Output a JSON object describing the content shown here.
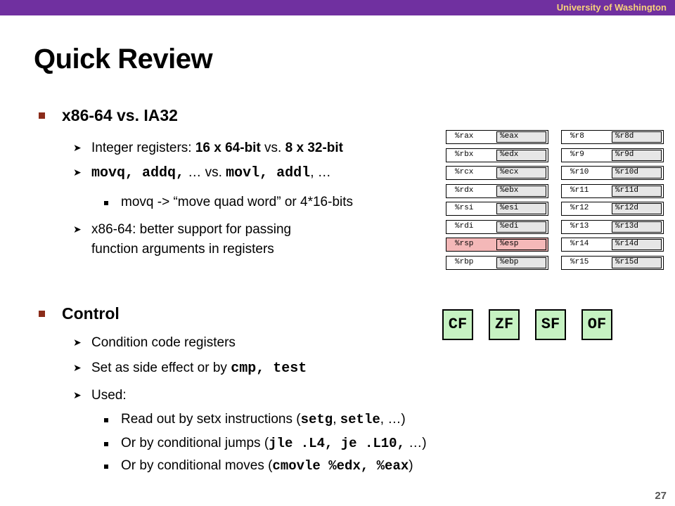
{
  "header": {
    "university": "University of Washington"
  },
  "title": "Quick Review",
  "section1": {
    "heading": "x86-64 vs. IA32",
    "item1": {
      "pre": "Integer registers: ",
      "b1": "16 x 64-bit",
      "mid": " vs. ",
      "b2": "8 x 32-bit"
    },
    "item2": {
      "m1": "movq, addq,",
      "mid": " … vs. ",
      "m2": "movl, addl",
      "post": ", …"
    },
    "item2_sub": "movq -> “move quad word” or 4*16-bits",
    "item3_line1": "x86-64: better support for passing",
    "item3_line2": "function arguments in registers"
  },
  "section2": {
    "heading": "Control",
    "item1": "Condition code registers",
    "item2": {
      "pre": "Set as side effect or by ",
      "mono": "cmp, test"
    },
    "item3": "Used:",
    "sub1": {
      "pre": "Read out by setx instructions (",
      "mono1": "setg",
      "mid": ", ",
      "mono2": "setle",
      "post": ", …)"
    },
    "sub2": {
      "pre": "Or by conditional jumps (",
      "mono": "jle .L4, je .L10,",
      "post": " …)"
    },
    "sub3": {
      "pre": "Or by conditional moves (",
      "mono": "cmovle %edx, %eax",
      "post": ")"
    }
  },
  "registers_left": [
    {
      "r64": "%rax",
      "r32": "%eax"
    },
    {
      "r64": "%rbx",
      "r32": "%edx"
    },
    {
      "r64": "%rcx",
      "r32": "%ecx"
    },
    {
      "r64": "%rdx",
      "r32": "%ebx"
    },
    {
      "r64": "%rsi",
      "r32": "%esi"
    },
    {
      "r64": "%rdi",
      "r32": "%edi"
    },
    {
      "r64": "%rsp",
      "r32": "%esp",
      "highlight": true
    },
    {
      "r64": "%rbp",
      "r32": "%ebp"
    }
  ],
  "registers_right": [
    {
      "r64": "%r8",
      "r32": "%r8d"
    },
    {
      "r64": "%r9",
      "r32": "%r9d"
    },
    {
      "r64": "%r10",
      "r32": "%r10d"
    },
    {
      "r64": "%r11",
      "r32": "%r11d"
    },
    {
      "r64": "%r12",
      "r32": "%r12d"
    },
    {
      "r64": "%r13",
      "r32": "%r13d"
    },
    {
      "r64": "%r14",
      "r32": "%r14d"
    },
    {
      "r64": "%r15",
      "r32": "%r15d"
    }
  ],
  "flags": [
    "CF",
    "ZF",
    "SF",
    "OF"
  ],
  "page_number": "27",
  "colors": {
    "header_bar": "#7030a0",
    "header_text": "#f7d27a",
    "bullet": "#8b2c1a",
    "flag_fill": "#c6f2c2",
    "highlight": "#f4b8b8"
  }
}
